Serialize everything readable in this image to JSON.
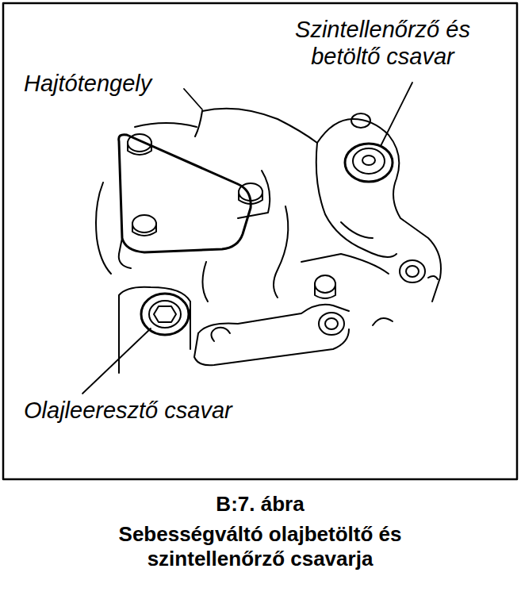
{
  "diagram": {
    "title": "B:7. ábra",
    "caption": "Sebességváltó olajbetöltő és szintellenőrző csavarja",
    "labels": [
      "Hajtótengely",
      "Szintellenőrző és betöltő csavar",
      "Olajleeresztő csavar"
    ]
  }
}
